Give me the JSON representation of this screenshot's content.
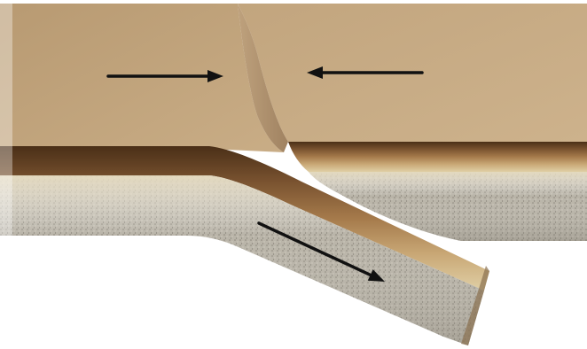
{
  "diagram": {
    "colors": {
      "background": "#ffffff",
      "plate_top": "#c4a57c",
      "plate_top_shadow": "#a8865c",
      "crust_dark": "#6e4a2a",
      "crust_mid": "#9c7145",
      "crust_light": "#d8c59a",
      "mantle_rock": "#b7b2a6",
      "mantle_rock_dark": "#8c877c",
      "arrow": "#111111"
    },
    "arrows": [
      {
        "name": "left-plate-motion-arrow",
        "direction": "right"
      },
      {
        "name": "right-plate-motion-arrow",
        "direction": "left"
      },
      {
        "name": "subduction-arrow",
        "direction": "down-right"
      }
    ]
  }
}
